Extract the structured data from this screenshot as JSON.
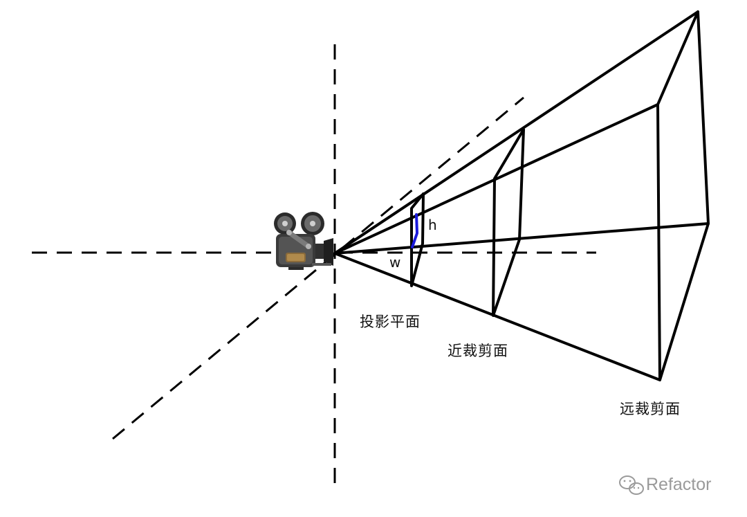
{
  "labels": {
    "projection_plane": "投影平面",
    "near_clip_plane": "近裁剪面",
    "far_clip_plane": "远裁剪面",
    "height": "h",
    "width": "w"
  },
  "watermark": {
    "icon": "wechat-icon",
    "text": "Refactor"
  },
  "camera": {
    "icon": "movie-camera-icon"
  },
  "colors": {
    "lines": "#000000",
    "highlight": "#1a1adc",
    "watermark": "#9a9a9a"
  }
}
